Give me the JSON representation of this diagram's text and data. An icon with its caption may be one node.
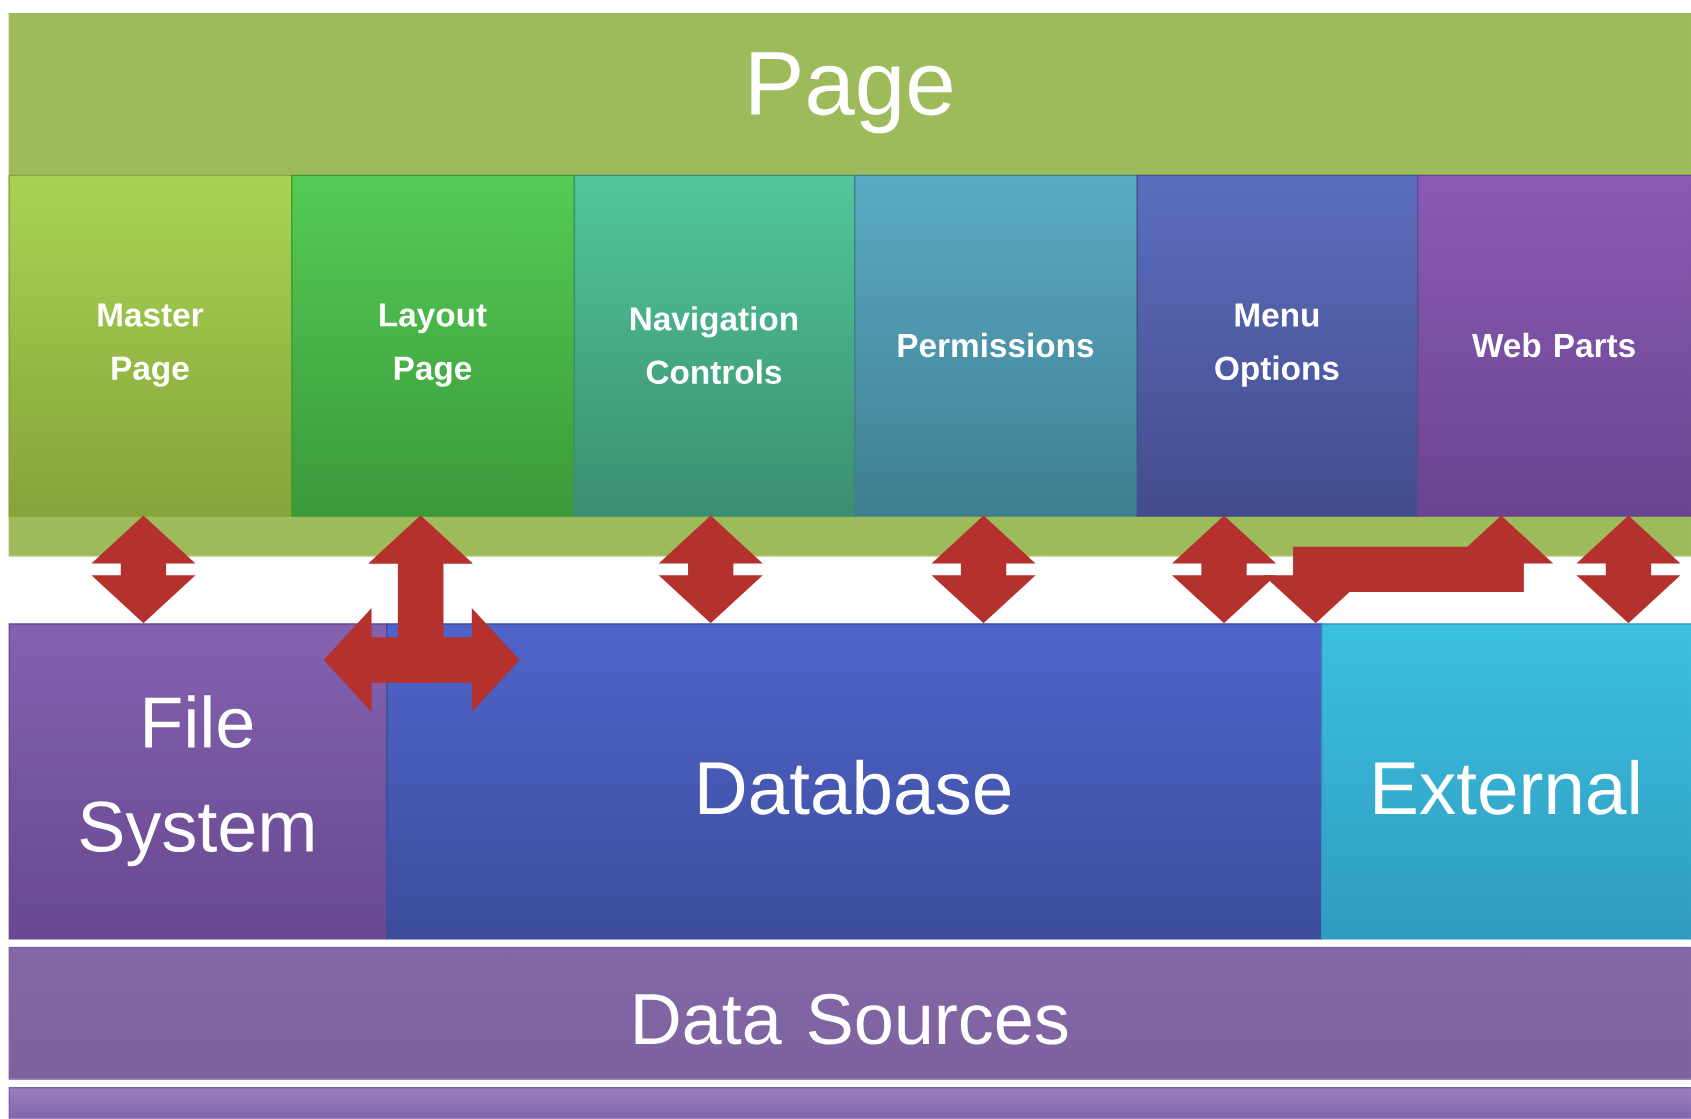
{
  "diagram": {
    "nodes": [
      {
        "text": [
          "Page"
        ]
      },
      {
        "text": [
          "Master Page"
        ],
        "in": 0
      },
      {
        "text": [
          "Layout Page"
        ],
        "in": 0
      },
      {
        "text": [
          "Navigation Controls"
        ],
        "in": 0
      },
      {
        "text": [
          "Permissions"
        ],
        "in": 0
      },
      {
        "text": [
          "Menu Options"
        ],
        "in": 0
      },
      {
        "text": [
          "Web Parts"
        ],
        "in": 0
      },
      {
        "text": [
          "File System"
        ]
      },
      {
        "text": [
          "Database"
        ]
      },
      {
        "text": [
          "External"
        ]
      },
      {
        "text": [
          "Data Sources"
        ]
      },
      {
        "text": [],
        "shape": "bar"
      }
    ],
    "edges": [
      {
        "from": 1,
        "to": 7,
        "arrow": "both"
      },
      {
        "from": 2,
        "to": 7,
        "arrow": "both"
      },
      {
        "from": 2,
        "to": 8,
        "arrow": "both"
      },
      {
        "from": 3,
        "to": 8,
        "arrow": "both"
      },
      {
        "from": 4,
        "to": 8,
        "arrow": "both"
      },
      {
        "from": 5,
        "to": 8,
        "arrow": "both"
      },
      {
        "from": 6,
        "to": 8,
        "arrow": "both"
      },
      {
        "from": 6,
        "to": 9,
        "arrow": "both"
      }
    ]
  }
}
